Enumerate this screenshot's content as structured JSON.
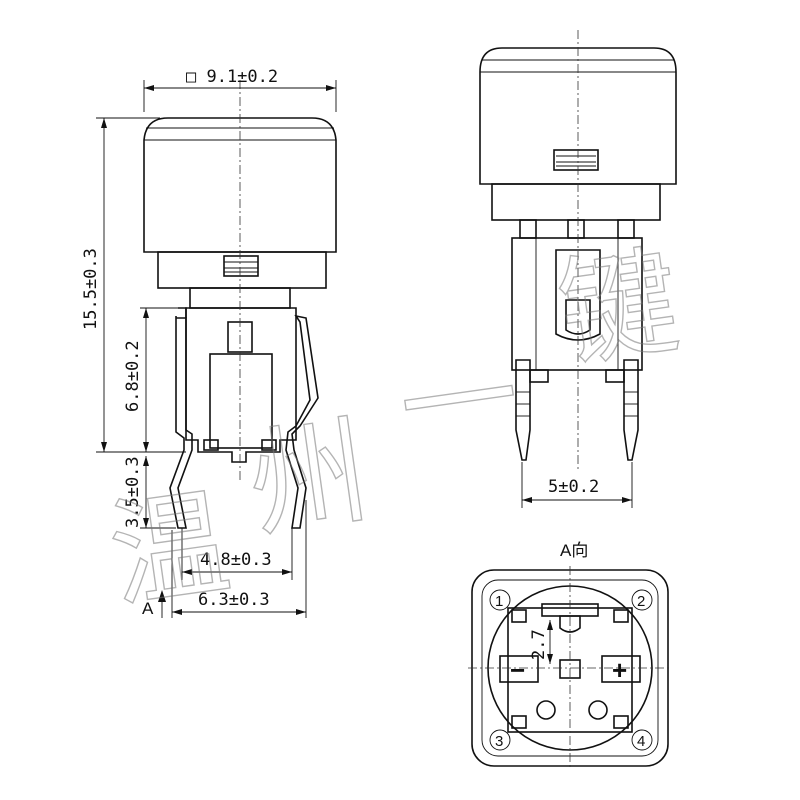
{
  "dimensions": {
    "width_top": "□ 9.1±0.2",
    "height_total": "15.5±0.3",
    "height_body": "6.8±0.2",
    "height_lead": "3.5±0.3",
    "pitch_inner": "4.8±0.3",
    "pitch_outer": "6.3±0.3",
    "pitch_side": "5±0.2",
    "bottom_offset": "2.7"
  },
  "view_labels": {
    "arrow_label": "A",
    "bottom_view_title": "A向"
  },
  "pins": [
    "1",
    "2",
    "3",
    "4"
  ],
  "polarity": {
    "negative": "−",
    "positive": "+"
  },
  "watermark": [
    "温",
    "州",
    "一",
    "键"
  ]
}
